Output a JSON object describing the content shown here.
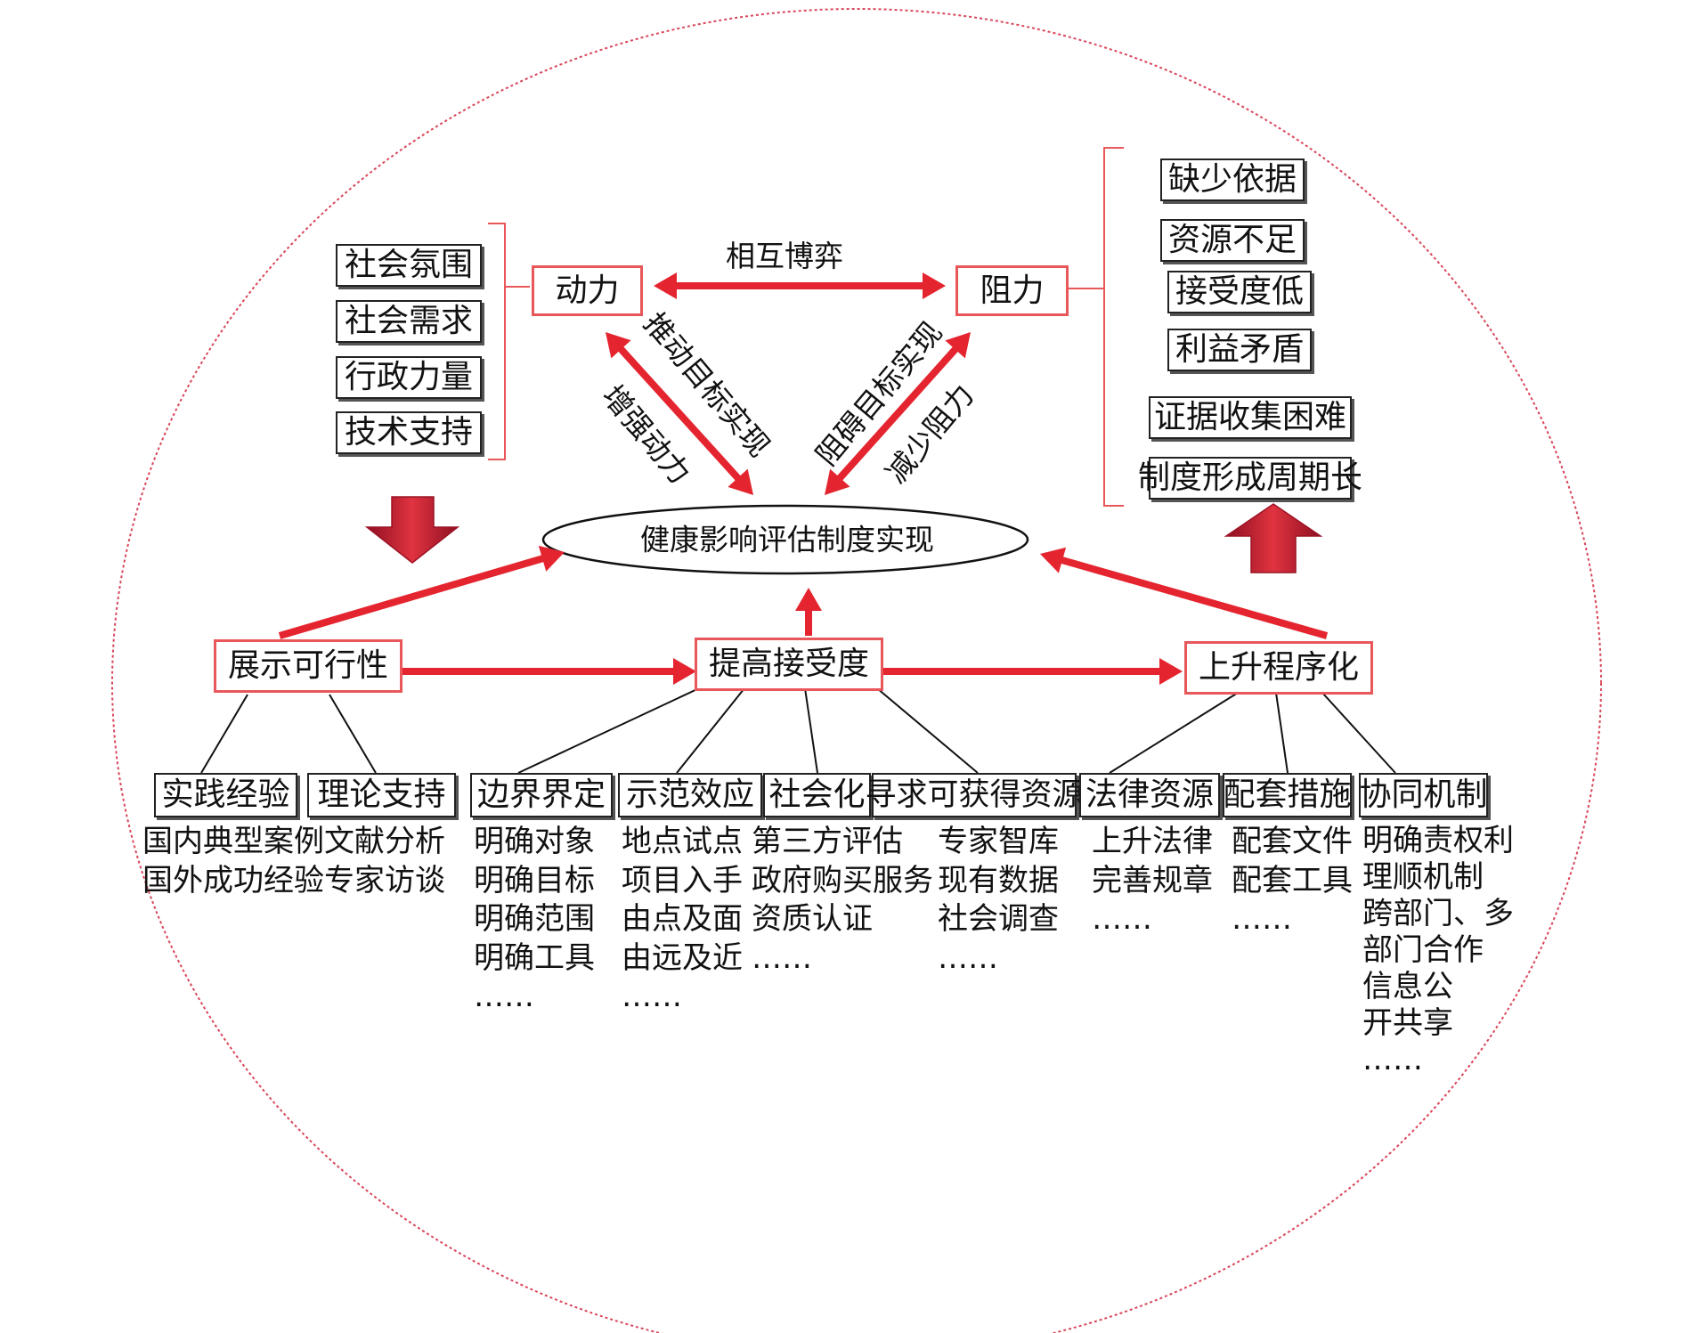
{
  "diagram": {
    "interaction_label": "相互博弈",
    "driving_force": {
      "label": "动力",
      "factors": [
        "社会氛围",
        "社会需求",
        "行政力量",
        "技术支持"
      ]
    },
    "resistance": {
      "label": "阻力",
      "factors": [
        "缺少依据",
        "资源不足",
        "接受度低",
        "利益矛盾",
        "证据收集困难",
        "制度形成周期长"
      ]
    },
    "goal": "健康影响评估制度实现",
    "arrow_labels": {
      "push": "推动目标实现",
      "strengthen": "增强动力",
      "hinder": "阻碍目标实现",
      "reduce": "减少阻力"
    },
    "stages": [
      {
        "label": "展示可行性",
        "methods": [
          {
            "label": "实践经验",
            "details": [
              "国内典型案例",
              "国外成功经验"
            ]
          },
          {
            "label": "理论支持",
            "details": [
              "文献分析",
              "专家访谈"
            ]
          }
        ]
      },
      {
        "label": "提高接受度",
        "methods": [
          {
            "label": "边界界定",
            "details": [
              "明确对象",
              "明确目标",
              "明确范围",
              "明确工具",
              "……"
            ]
          },
          {
            "label": "示范效应",
            "details": [
              "地点试点",
              "项目入手",
              "由点及面",
              "由远及近",
              "……"
            ]
          },
          {
            "label": "社会化",
            "details": [
              "第三方评估",
              "政府购买服务",
              "资质认证",
              "……"
            ]
          },
          {
            "label": "寻求可获得资源",
            "details": [
              "专家智库",
              "现有数据",
              "社会调查",
              "……"
            ]
          }
        ]
      },
      {
        "label": "上升程序化",
        "methods": [
          {
            "label": "法律资源",
            "details": [
              "上升法律",
              "完善规章",
              "……"
            ]
          },
          {
            "label": "配套措施",
            "details": [
              "配套文件",
              "配套工具",
              "……"
            ]
          },
          {
            "label": "协同机制",
            "details": [
              "明确责权利",
              "理顺机制",
              "跨部门、多",
              "部门合作",
              "信息公",
              "开共享",
              "……"
            ]
          }
        ]
      }
    ],
    "colors": {
      "arrow": "#e4252f",
      "block_arrow": "#b8162a",
      "red_box_border": "#e8575a",
      "circle_border": "#d9465a",
      "dark_box_border": "#222222"
    }
  }
}
